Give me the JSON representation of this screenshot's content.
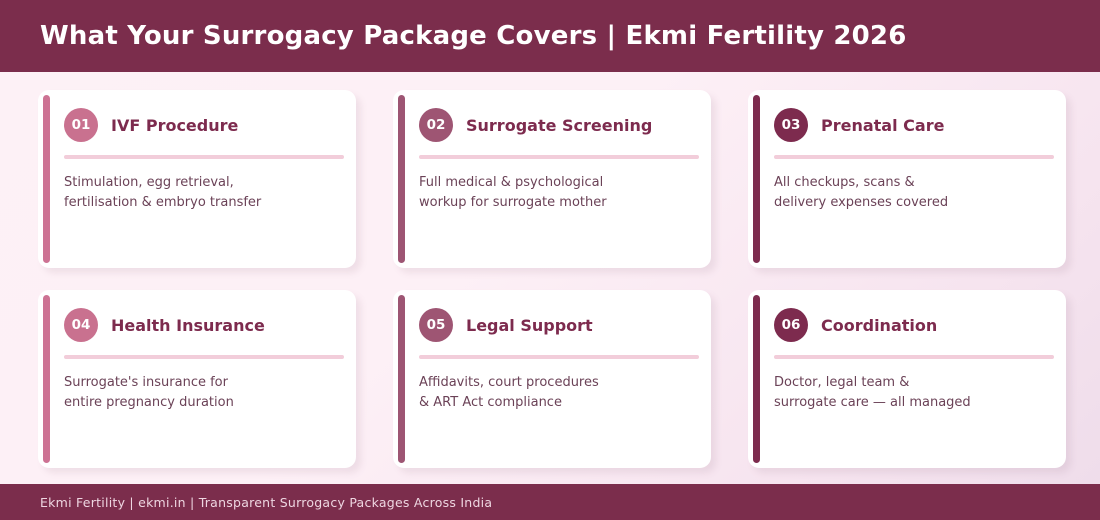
{
  "header": {
    "title": "What Your Surrogacy Package Covers  |  Ekmi Fertility 2026"
  },
  "footer": {
    "text": "Ekmi Fertility  |  ekmi.in  |  Transparent Surrogacy Packages Across India"
  },
  "theme": {
    "header_bg": "#7b2d4c",
    "footer_bg": "#7b2d4c",
    "page_bg": "#fdf1f6",
    "card_bg": "#ffffff",
    "title_color": "#7d2b4e",
    "body_color": "#6b4257",
    "divider_color": "#f2cdda"
  },
  "cards": [
    {
      "number": "01",
      "title": "IVF Procedure",
      "body": "Stimulation, egg retrieval,\nfertilisation & embryo transfer",
      "accent": "#cd7293",
      "badge": "#c9718f"
    },
    {
      "number": "02",
      "title": "Surrogate Screening",
      "body": "Full medical & psychological\nworkup for surrogate mother",
      "accent": "#9d5573",
      "badge": "#9e5573"
    },
    {
      "number": "03",
      "title": "Prenatal Care",
      "body": "All checkups, scans &\ndelivery expenses covered",
      "accent": "#7d2b4e",
      "badge": "#7d2b4e"
    },
    {
      "number": "04",
      "title": "Health Insurance",
      "body": "Surrogate's insurance for\nentire pregnancy duration",
      "accent": "#cd7293",
      "badge": "#c9718f"
    },
    {
      "number": "05",
      "title": "Legal Support",
      "body": "Affidavits, court procedures\n& ART Act compliance",
      "accent": "#9d5573",
      "badge": "#9e5573"
    },
    {
      "number": "06",
      "title": "Coordination",
      "body": "Doctor, legal team &\nsurrogate care — all managed",
      "accent": "#7d2b4e",
      "badge": "#7d2b4e"
    }
  ]
}
